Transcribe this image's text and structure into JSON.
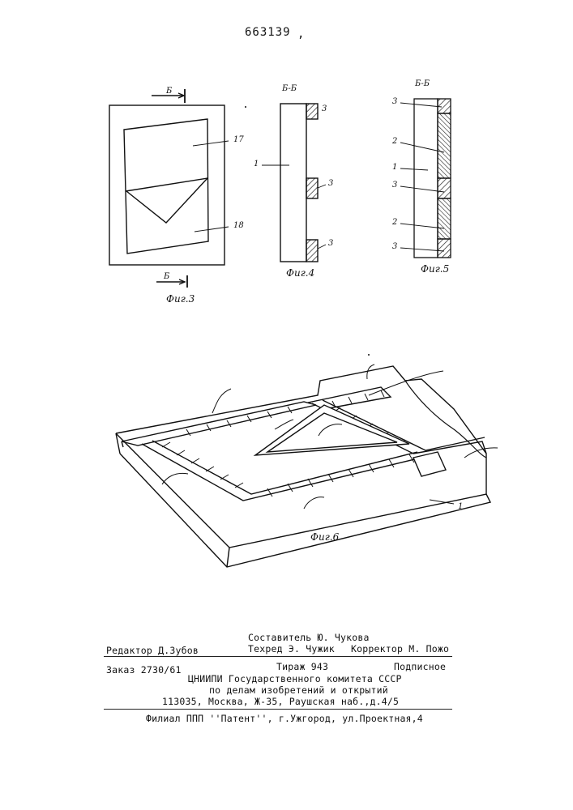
{
  "document": {
    "patent_number": "663139",
    "patent_number_mark": ",",
    "figures": {
      "fig3": {
        "caption": "Фиг.3",
        "section_top": "Б",
        "section_bottom": "Б",
        "labels": [
          "17",
          "18"
        ]
      },
      "fig4": {
        "caption": "Фиг.4",
        "section": "Б-Б",
        "labels": [
          "1",
          "3",
          "3",
          "3"
        ]
      },
      "fig5": {
        "caption": "Фиг.5",
        "section": "Б-Б",
        "labels": [
          "3",
          "2",
          "1",
          "3",
          "2",
          "3"
        ]
      },
      "fig6": {
        "caption": "Фиг.6",
        "labels": [
          "1"
        ]
      }
    },
    "imprint": {
      "compiler": "Составитель Ю. Чукова",
      "editor": "Редактор Д.Зубов",
      "tech_editor": "Техред Э. Чужик",
      "corrector": "Корректор М. Пожо",
      "order": "Заказ 2730/61",
      "circulation": "Тираж 943",
      "subscription": "Подписное",
      "org_line1": "ЦНИИПИ Государственного комитета СССР",
      "org_line2": "по делам изобретений и открытий",
      "address": "113035, Москва, Ж-35, Раушская наб.,д.4/5",
      "branch": "Филиал ППП ''Патент'', г.Ужгород, ул.Проектная,4"
    }
  }
}
